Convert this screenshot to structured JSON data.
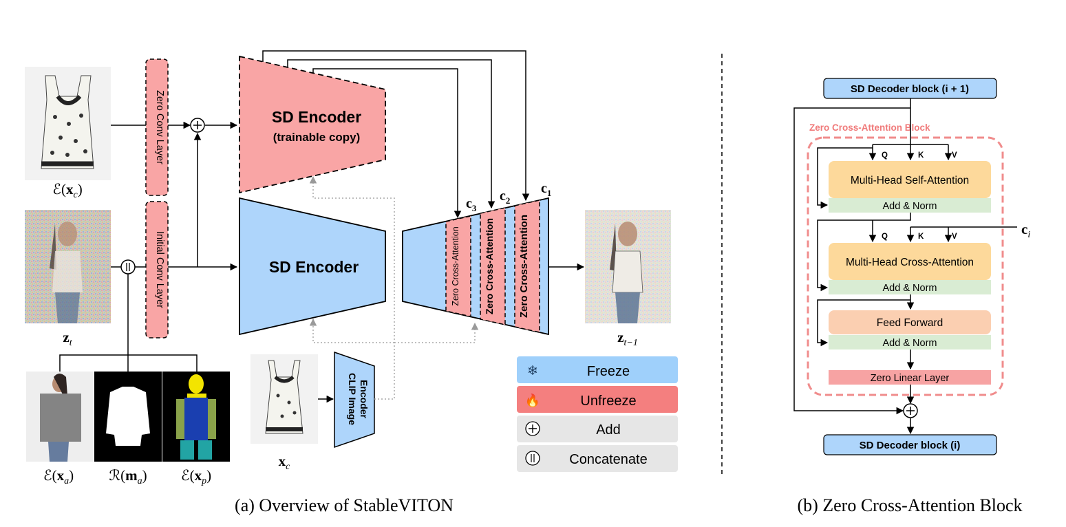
{
  "colors": {
    "trainable": "#f9a5a5",
    "frozen": "#aed5fb",
    "legend_freeze": "#9fd0fb",
    "legend_unfreeze": "#f47f7f",
    "legend_gray": "#e6e6e6",
    "attn_orange": "#fdd99b",
    "addnorm_green": "#d9ecd3",
    "ffn_peach": "#fbcfb1",
    "zero_linear": "#f7a3a3",
    "dash_red": "#f08c8c"
  },
  "left": {
    "caption": "(a) Overview of StableVITON",
    "zero_conv_label": "Zero Conv Layer",
    "initial_conv_label": "Initial Conv Layer",
    "sd_encoder_trainable_title": "SD Encoder",
    "sd_encoder_trainable_sub": "(trainable copy)",
    "sd_encoder_label": "SD Encoder",
    "clip_label_1": "CLIP Image",
    "clip_label_2": "Encoder",
    "zero_ca_small": "Zero Cross-Attention",
    "zero_ca_mid": "Zero Cross-Attention",
    "zero_ca_big": "Zero Cross-Attention",
    "c_labels": {
      "c3": "c",
      "c3_sub": "3",
      "c2": "c",
      "c2_sub": "2",
      "c1": "c",
      "c1_sub": "1"
    },
    "img_labels": {
      "xc_enc_E": "ℰ(",
      "xc_enc_x": "x",
      "xc_enc_sub": "c",
      "xc_enc_close": ")",
      "zt": "z",
      "zt_sub": "t",
      "zt1": "z",
      "zt1_sub": "t−1",
      "xa_E": "ℰ(",
      "xa_x": "x",
      "xa_sub": "a",
      "xa_close": ")",
      "ma_R": "ℛ(",
      "ma_m": "m",
      "ma_sub": "a",
      "ma_close": ")",
      "xp_E": "ℰ(",
      "xp_x": "x",
      "xp_sub": "p",
      "xp_close": ")",
      "xc_x": "x",
      "xc_sub": "c"
    },
    "legend": [
      {
        "icon": "snowflake-icon",
        "glyph": "❄",
        "label": "Freeze"
      },
      {
        "icon": "fire-icon",
        "glyph": "🔥",
        "label": "Unfreeze"
      },
      {
        "icon": "add-icon",
        "glyph": "+",
        "label": "Add"
      },
      {
        "icon": "concat-icon",
        "glyph": "||",
        "label": "Concatenate"
      }
    ]
  },
  "right": {
    "caption": "(b) Zero Cross-Attention Block",
    "top_block": "SD Decoder block (i + 1)",
    "bottom_block": "SD Decoder block (i)",
    "zca_title": "Zero Cross-Attention Block",
    "self_attn": "Multi-Head Self-Attention",
    "cross_attn": "Multi-Head Cross-Attention",
    "feed_forward": "Feed Forward",
    "add_norm": "Add & Norm",
    "zero_linear": "Zero Linear Layer",
    "q": "Q",
    "k": "K",
    "v": "V",
    "ci": "c",
    "ci_sub": "i"
  }
}
